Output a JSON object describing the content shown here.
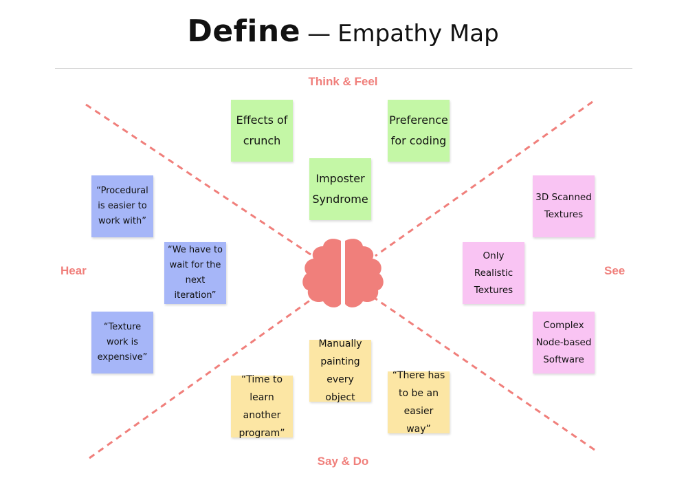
{
  "title": {
    "bold": "Define",
    "separator": "—",
    "rest": "Empathy Map"
  },
  "quadrants": {
    "top": "Think & Feel",
    "bottom": "Say & Do",
    "left": "Hear",
    "right": "See"
  },
  "colors": {
    "accent": "#f07f7b",
    "think_feel_note": "#c4f7a6",
    "hear_note": "#a6b6f8",
    "see_note": "#f9c4f3",
    "say_do_note": "#fce6a4"
  },
  "center_icon": "brain-icon",
  "notes": {
    "think_feel": [
      "Effects of crunch",
      "Preference for coding",
      "Imposter Syndrome"
    ],
    "hear": [
      "“Procedural is easier to work with”",
      "“We have to wait for the next iteration”",
      "“Texture work is expensive”"
    ],
    "see": [
      "3D Scanned Textures",
      "Only Realistic Textures",
      "Complex Node-based Software"
    ],
    "say_do": [
      "Manually painting every object",
      "“Time to learn another program”",
      "“There has to be an easier way”"
    ]
  }
}
